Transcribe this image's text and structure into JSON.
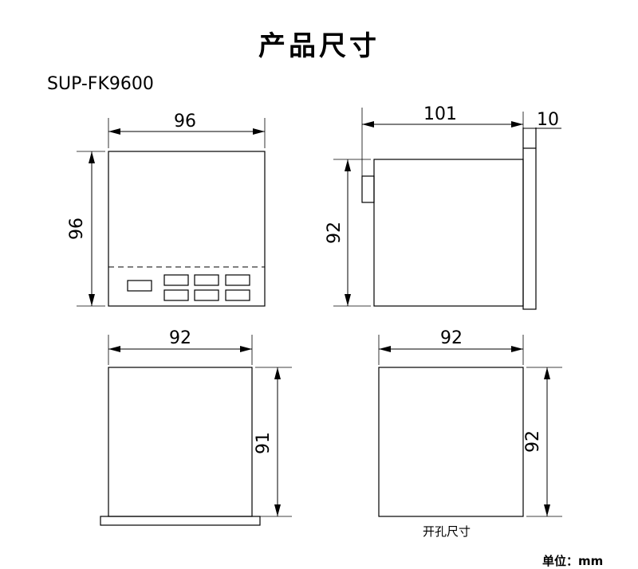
{
  "title": "产品尺寸",
  "model": "SUP-FK9600",
  "front_view": {
    "width": "96",
    "height": "96"
  },
  "side_view": {
    "depth": "101",
    "flange": "10",
    "height": "92"
  },
  "body_view": {
    "width": "92",
    "height": "91"
  },
  "cutout_view": {
    "width": "92",
    "height": "92",
    "caption": "开孔尺寸"
  },
  "unit": "单位：mm"
}
